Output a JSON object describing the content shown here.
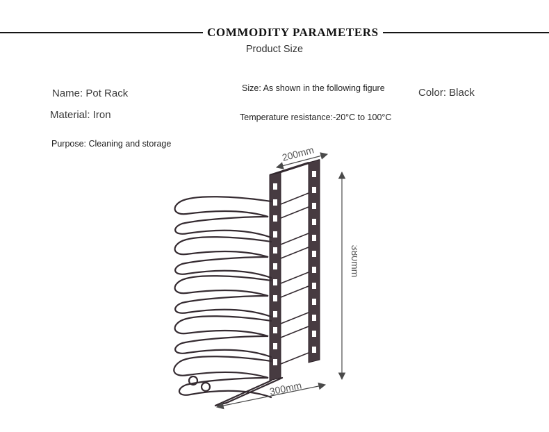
{
  "header": {
    "title": "COMMODITY PARAMETERS",
    "subtitle": "Product Size"
  },
  "specs": {
    "name": "Name: Pot Rack",
    "material": "Material: Iron",
    "purpose": "Purpose: Cleaning and storage",
    "size": "Size: As shown in the following figure",
    "temperature": "Temperature resistance:-20°C to 100°C",
    "color": "Color: Black"
  },
  "diagram": {
    "description": "pot-rack-line-drawing",
    "width_label": "200mm",
    "height_label": "380mm",
    "depth_label": "300mm"
  },
  "colors": {
    "rule": "#151515",
    "text": "#333333",
    "drawing": "#352b31",
    "dimension": "#4a4a4a"
  }
}
